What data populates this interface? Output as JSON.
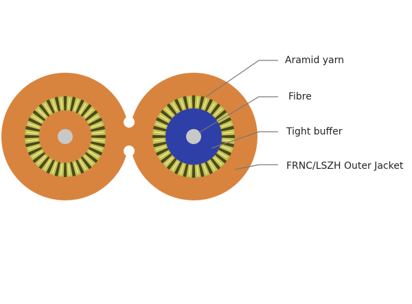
{
  "labels": {
    "aramid_yarn": "Aramid yarn",
    "fibre": "Fibre",
    "tight_buffer": "Tight buffer",
    "outer_jacket": "FRNC/LSZH Outer Jacket"
  },
  "colors": {
    "jacket": "#d8843e",
    "aramid_dark": "#4a4a18",
    "aramid_light": "#c9c75a",
    "buffer_blue": "#2f3fa8",
    "fibre_gray": "#c8c8c8",
    "leader_line": "#777777"
  }
}
